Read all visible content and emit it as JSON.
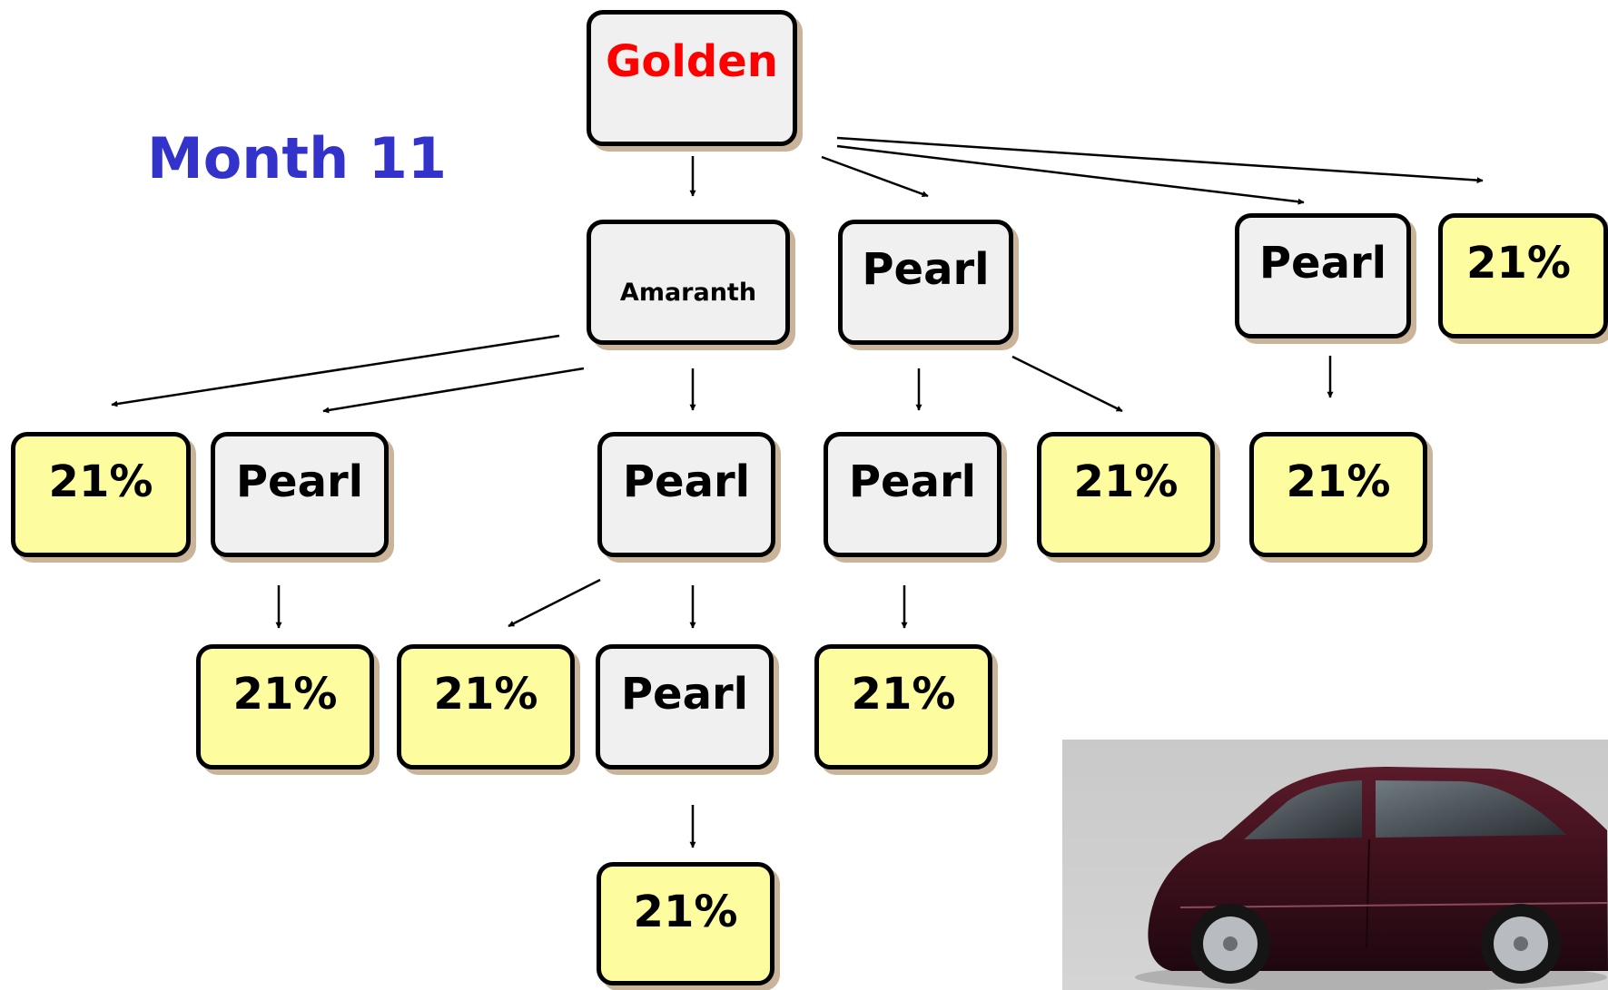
{
  "title": "Month 11",
  "colors": {
    "title": "#3333cc",
    "root_text": "#ff0000",
    "gray_box": "#f0f0f0",
    "yellow_box": "#fdfd9f",
    "shadow": "#c9b49a"
  },
  "nodes": {
    "golden": "Golden",
    "amaranth": "Amaranth",
    "pearl_r1_a": "Pearl",
    "pearl_r1_b": "Pearl",
    "pct_r1": "21%",
    "pct_r2_a": "21%",
    "pearl_r2_a": "Pearl",
    "pearl_r2_b": "Pearl",
    "pearl_r2_c": "Pearl",
    "pct_r2_b": "21%",
    "pct_r2_c": "21%",
    "pct_r3_a": "21%",
    "pct_r3_b": "21%",
    "pearl_r3": "Pearl",
    "pct_r3_c": "21%",
    "pct_r4": "21%"
  },
  "photo": {
    "subject": "car-photo",
    "car_color": "#3a0f1a"
  }
}
